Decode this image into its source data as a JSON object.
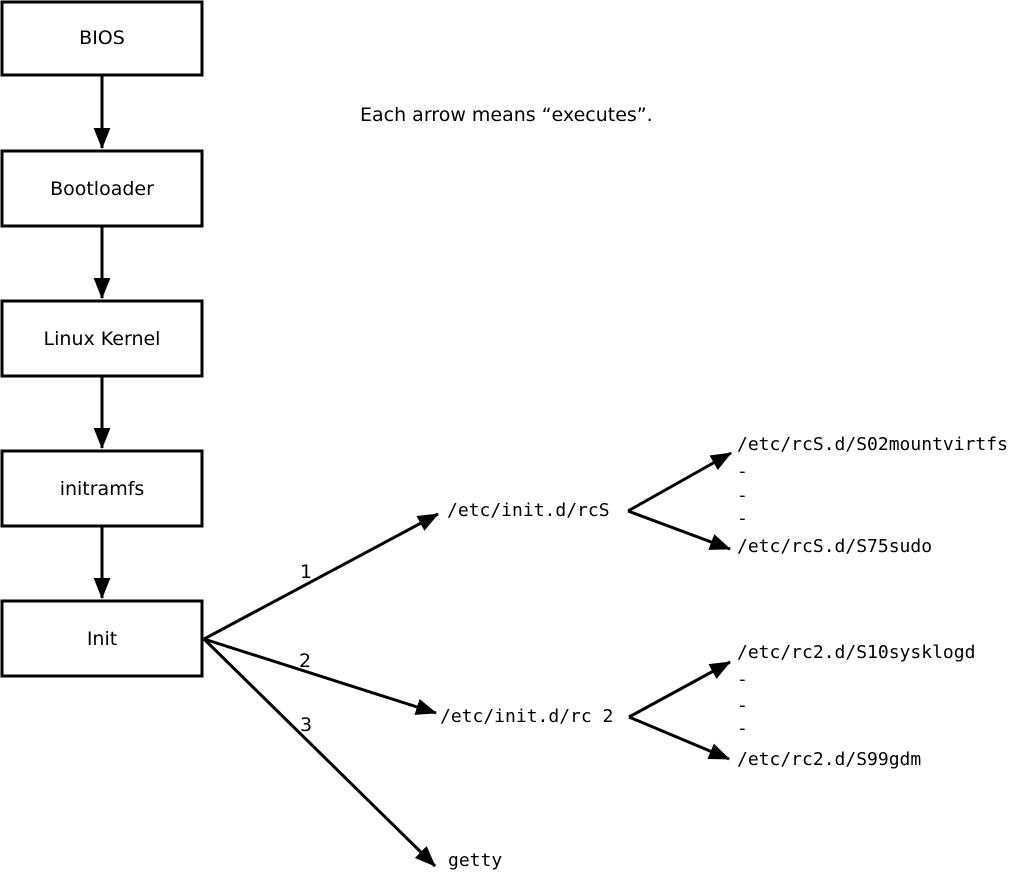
{
  "note": "Each arrow means “executes”.",
  "boxes": [
    {
      "label": "BIOS"
    },
    {
      "label": "Bootloader"
    },
    {
      "label": "Linux Kernel"
    },
    {
      "label": "initramfs"
    },
    {
      "label": "Init"
    }
  ],
  "fan": {
    "labels": [
      "1",
      "2",
      "3"
    ]
  },
  "group_rcS": {
    "label": "/etc/init.d/rcS",
    "top": "/etc/rcS.d/S02mountvirtfs",
    "dashes": [
      "-",
      "-",
      "-"
    ],
    "bottom": "/etc/rcS.d/S75sudo"
  },
  "group_rc2": {
    "label": "/etc/init.d/rc 2",
    "top": "/etc/rc2.d/S10sysklogd",
    "dashes": [
      "-",
      "-",
      "-"
    ],
    "bottom": "/etc/rc2.d/S99gdm"
  },
  "getty_label": "getty",
  "colors": {
    "stroke": "#000000",
    "background": "#ffffff"
  }
}
